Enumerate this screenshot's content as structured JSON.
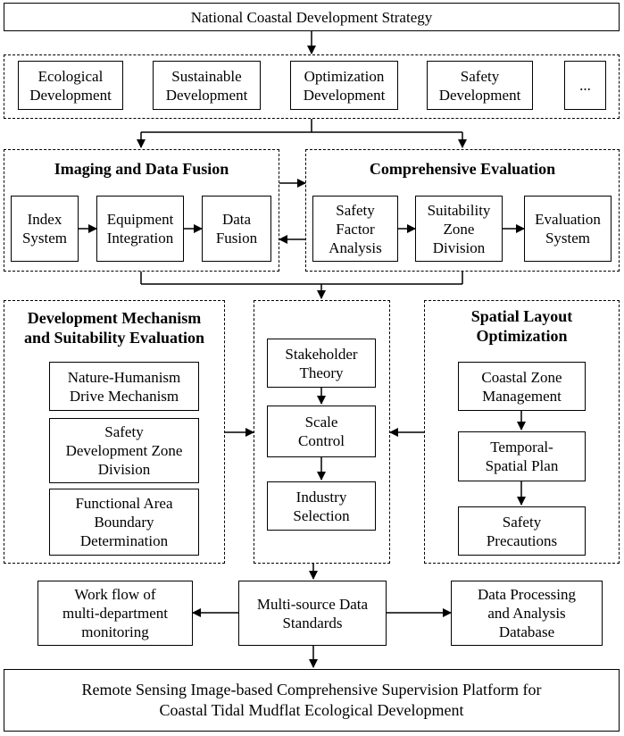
{
  "top": {
    "label": "National Coastal Development Strategy"
  },
  "principles": [
    "Ecological\nDevelopment",
    "Sustainable\nDevelopment",
    "Optimization\nDevelopment",
    "Safety\nDevelopment",
    "..."
  ],
  "imaging": {
    "title": "Imaging and Data Fusion",
    "items": [
      "Index\nSystem",
      "Equipment\nIntegration",
      "Data\nFusion"
    ]
  },
  "evaluation": {
    "title": "Comprehensive Evaluation",
    "items": [
      "Safety\nFactor\nAnalysis",
      "Suitability\nZone\nDivision",
      "Evaluation\nSystem"
    ]
  },
  "mechanism": {
    "title": "Development Mechanism\nand Suitability Evaluation",
    "items": [
      "Nature-Humanism\nDrive Mechanism",
      "Safety\nDevelopment Zone\nDivision",
      "Functional Area\nBoundary\nDetermination"
    ]
  },
  "center": {
    "items": [
      "Stakeholder\nTheory",
      "Scale\nControl",
      "Industry\nSelection"
    ]
  },
  "spatial": {
    "title": "Spatial Layout\nOptimization",
    "items": [
      "Coastal Zone\nManagement",
      "Temporal-\nSpatial Plan",
      "Safety\nPrecautions"
    ]
  },
  "standards": {
    "label": "Multi-source Data\nStandards"
  },
  "workflow": {
    "label": "Work flow of\nmulti-department\nmonitoring"
  },
  "database": {
    "label": "Data Processing\nand Analysis\nDatabase"
  },
  "platform": {
    "label": "Remote Sensing Image-based Comprehensive Supervision Platform for\nCoastal Tidal Mudflat Ecological Development"
  }
}
